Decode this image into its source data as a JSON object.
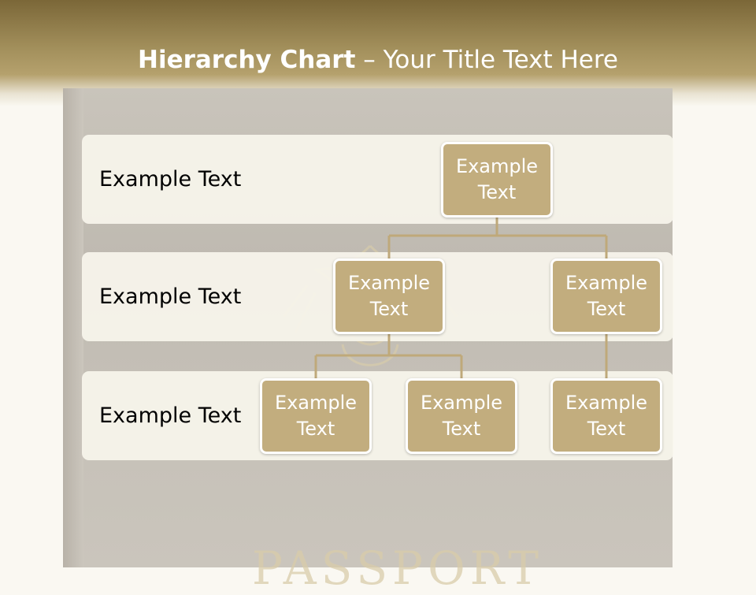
{
  "title": {
    "bold": "Hierarchy Chart",
    "rest": " – Your Title Text Here"
  },
  "background": {
    "word": "PASSPORT"
  },
  "levels": [
    {
      "label": "Example Text"
    },
    {
      "label": "Example Text"
    },
    {
      "label": "Example Text"
    }
  ],
  "nodes": {
    "root": "Example Text",
    "level2_left": "Example Text",
    "level2_right": "Example Text",
    "level3_a": "Example Text",
    "level3_b": "Example Text",
    "level3_c": "Example Text"
  },
  "colors": {
    "header": "#a28f5b",
    "node_fill": "#c2ad7e",
    "node_border": "#ffffff",
    "connector": "#bfa97a",
    "band": "#f8f5ec"
  }
}
